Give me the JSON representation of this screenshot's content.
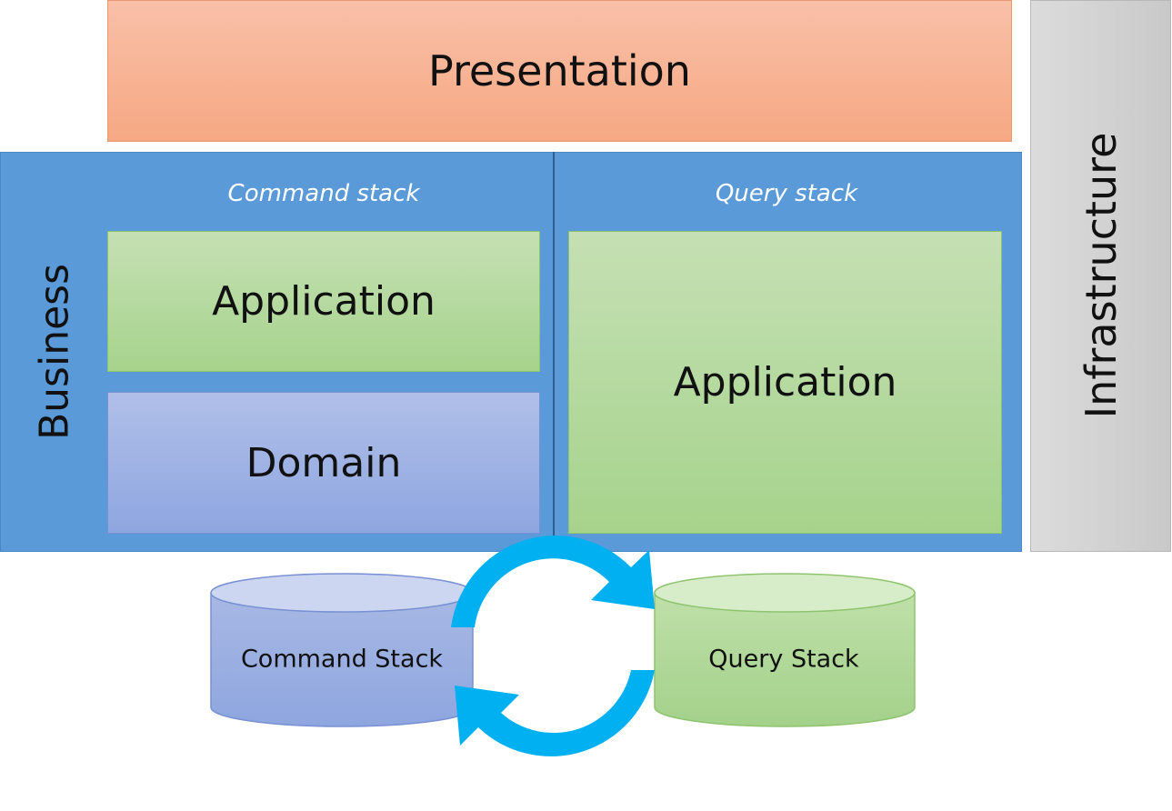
{
  "layers": {
    "presentation": "Presentation",
    "infrastructure": "Infrastructure",
    "business": "Business"
  },
  "command_stack": {
    "title": "Command stack",
    "application": "Application",
    "domain": "Domain"
  },
  "query_stack": {
    "title": "Query stack",
    "application": "Application"
  },
  "databases": {
    "command": "Command Stack",
    "query": "Query Stack"
  },
  "colors": {
    "presentation": "#f6a883",
    "infrastructure": "#cccccc",
    "business": "#5a9ad8",
    "application": "#a9d18e",
    "domain": "#8faadc",
    "sync_arrows": "#00b0f0"
  },
  "icons": {
    "sync": "sync-arrows-icon"
  }
}
